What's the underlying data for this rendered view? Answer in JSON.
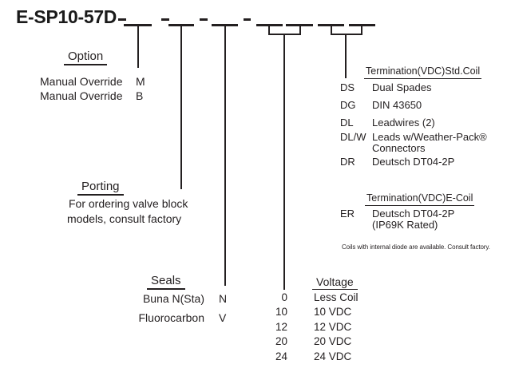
{
  "title": "E-SP10-57D",
  "colors": {
    "ink": "#231f20",
    "background": "#ffffff"
  },
  "option": {
    "heading": "Option",
    "items": [
      {
        "label": "Manual Override",
        "code": "M"
      },
      {
        "label": "Manual Override",
        "code": "B"
      }
    ]
  },
  "porting": {
    "heading": "Porting",
    "lines": [
      "For ordering valve block",
      "models, consult factory"
    ]
  },
  "seals": {
    "heading": "Seals",
    "items": [
      {
        "label": "Buna N(Sta)",
        "code": "N"
      },
      {
        "label": "Fluorocarbon",
        "code": "V"
      }
    ]
  },
  "voltage": {
    "heading": "Voltage",
    "items": [
      {
        "code": "0",
        "desc": "Less Coil"
      },
      {
        "code": "10",
        "desc": "10 VDC"
      },
      {
        "code": "12",
        "desc": "12 VDC"
      },
      {
        "code": "20",
        "desc": "20 VDC"
      },
      {
        "code": "24",
        "desc": "24 VDC"
      }
    ]
  },
  "termination_std": {
    "heading": "Termination(VDC)Std.Coil",
    "items": [
      {
        "code": "DS",
        "desc": "Dual Spades",
        "desc2": ""
      },
      {
        "code": "DG",
        "desc": "DIN 43650",
        "desc2": ""
      },
      {
        "code": "DL",
        "desc": "Leadwires (2)",
        "desc2": ""
      },
      {
        "code": "DL/W",
        "desc": "Leads w/Weather-Pack®",
        "desc2": "Connectors"
      },
      {
        "code": "DR",
        "desc": "Deutsch DT04-2P",
        "desc2": ""
      }
    ]
  },
  "termination_ecoil": {
    "heading": "Termination(VDC)E-Coil",
    "items": [
      {
        "code": "ER",
        "desc": "Deutsch DT04-2P",
        "desc2": "(IP69K Rated)"
      }
    ],
    "note": "Coils with internal diode are available. Consult factory."
  }
}
